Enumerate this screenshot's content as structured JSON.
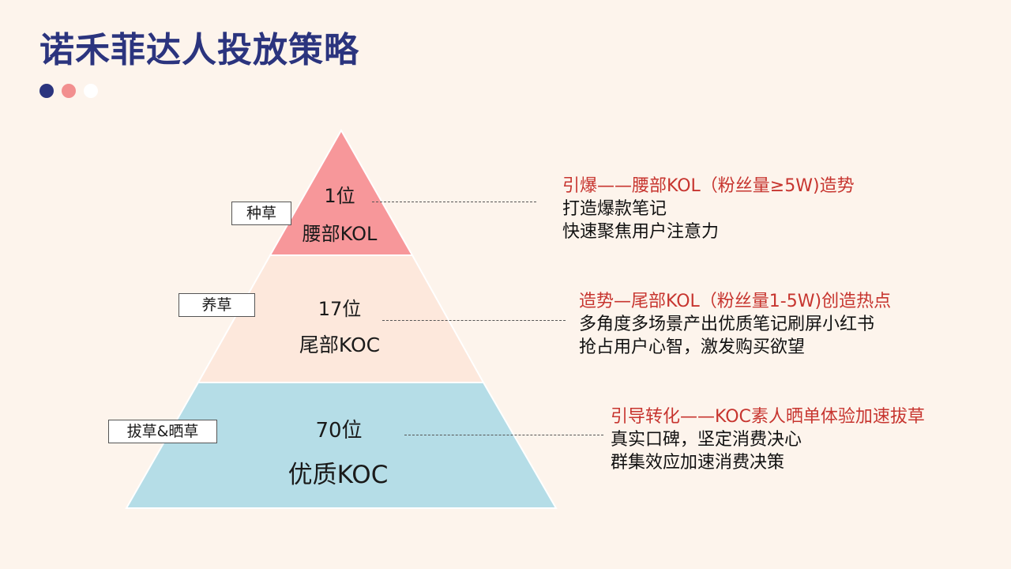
{
  "title": "诺禾菲达人投放策略",
  "dots": [
    {
      "name": "navy-dot",
      "color": "#2b347e"
    },
    {
      "name": "pink-dot",
      "color": "#f28f8f"
    },
    {
      "name": "white-dot",
      "color": "#ffffff"
    }
  ],
  "colors": {
    "background": "#fdf4ec",
    "tier_top": "#f7979a",
    "tier_middle": "#fde8dc",
    "tier_bottom": "#b5dde7",
    "heading_red": "#c7352f",
    "title_navy": "#2b347e"
  },
  "pyramid": {
    "tiers": [
      {
        "count": "1位",
        "label": "腰部KOL",
        "stage": "种草"
      },
      {
        "count": "17位",
        "label": "尾部KOC",
        "stage": "养草"
      },
      {
        "count": "70位",
        "label": "优质KOC",
        "stage": "拔草&晒草"
      }
    ]
  },
  "descriptions": [
    {
      "heading": "引爆——腰部KOL（粉丝量≥5W)造势",
      "lines": [
        "打造爆款笔记",
        "快速聚焦用户注意力"
      ]
    },
    {
      "heading": "造势—尾部KOL（粉丝量1-5W)创造热点",
      "lines": [
        "多角度多场景产出优质笔记刷屏小红书",
        "抢占用户心智，激发购买欲望"
      ]
    },
    {
      "heading": "引导转化——KOC素人晒单体验加速拔草",
      "lines": [
        "真实口碑，坚定消费决心",
        "群集效应加速消费决策"
      ]
    }
  ]
}
